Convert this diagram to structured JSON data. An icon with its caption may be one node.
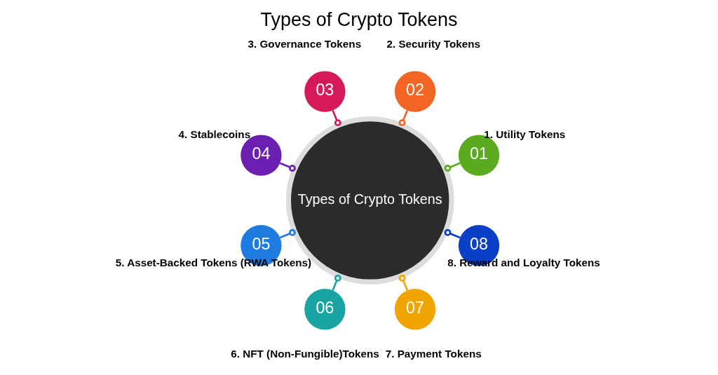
{
  "diagram": {
    "title": "Types of Crypto Tokens",
    "nodes": [
      {
        "text": [
          "Types of Crypto Tokens"
        ]
      },
      {
        "text": [
          "01"
        ],
        "beside": [
          "1. Utility Tokens"
        ]
      },
      {
        "text": [
          "02"
        ],
        "beside": [
          "2. Security Tokens"
        ]
      },
      {
        "text": [
          "03"
        ],
        "beside": [
          "3. Governance Tokens"
        ]
      },
      {
        "text": [
          "04"
        ],
        "beside": [
          "4. Stablecoins"
        ]
      },
      {
        "text": [
          "05"
        ],
        "beside": [
          "5. Asset-Backed Tokens (RWA Tokens)"
        ]
      },
      {
        "text": [
          "06"
        ],
        "beside": [
          "6. NFT (Non-Fungible)Tokens"
        ]
      },
      {
        "text": [
          "07"
        ],
        "beside": [
          "7. Payment Tokens"
        ]
      },
      {
        "text": [
          "08"
        ],
        "beside": [
          "8. Reward and Loyalty Tokens"
        ]
      }
    ],
    "edges": [
      {
        "from": 0,
        "to": 1,
        "arrow": "other",
        "color": "#5aab1e"
      },
      {
        "from": 0,
        "to": 2,
        "arrow": "other",
        "color": "#f26522"
      },
      {
        "from": 0,
        "to": 3,
        "arrow": "other",
        "color": "#d6195b"
      },
      {
        "from": 0,
        "to": 4,
        "arrow": "other",
        "color": "#6a1fb0"
      },
      {
        "from": 0,
        "to": 5,
        "arrow": "other",
        "color": "#1e7be0"
      },
      {
        "from": 0,
        "to": 6,
        "arrow": "other",
        "color": "#1aa3a3"
      },
      {
        "from": 0,
        "to": 7,
        "arrow": "other",
        "color": "#f0a500"
      },
      {
        "from": 0,
        "to": 8,
        "arrow": "other",
        "color": "#0a3fc7"
      }
    ]
  }
}
